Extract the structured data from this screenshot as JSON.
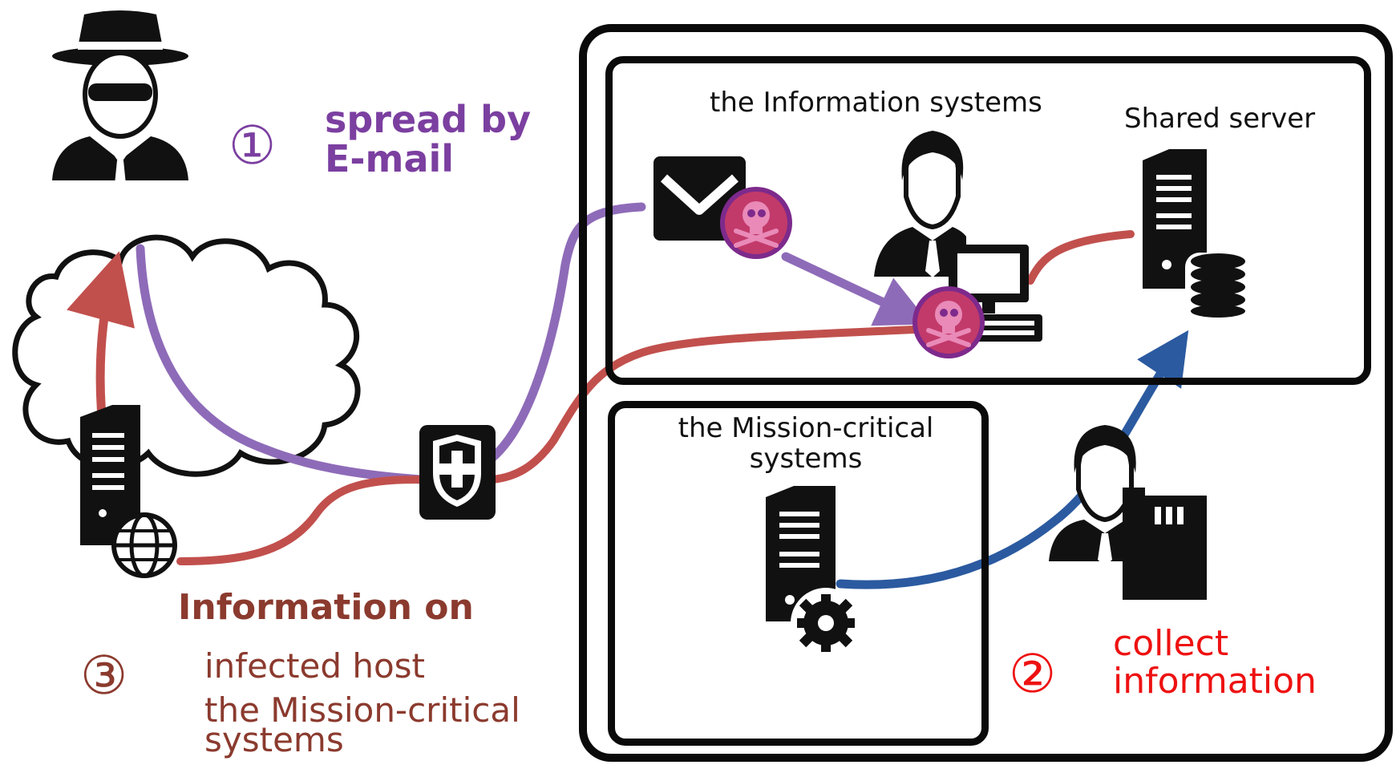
{
  "steps": {
    "step1": {
      "number": "①",
      "label": "spread by E-mail"
    },
    "step2": {
      "number": "②",
      "label": "collect information"
    },
    "step3": {
      "number": "③",
      "title": "Information on",
      "items": [
        "infected host",
        "the Mission-critical systems"
      ]
    }
  },
  "zones": {
    "information_systems": "the Information systems",
    "shared_server": "Shared server",
    "mission_critical": "the Mission-critical systems"
  },
  "colors": {
    "spread_path": "#8e6bb8",
    "exfil_path": "#c1504d",
    "collect_path": "#2b5aa0",
    "malware_badge": "#c23a6a",
    "step1_text": "#7b3fa0",
    "step2_text": "#ee1111",
    "step3_text": "#8b3a2e"
  },
  "icons": [
    "attacker-icon",
    "cloud-icon",
    "c2-server-icon",
    "globe-icon",
    "firewall-shield-icon",
    "email-icon",
    "malware-skull-icon",
    "employee-icon",
    "desktop-pc-icon",
    "keyboard-icon",
    "file-server-icon",
    "database-icon",
    "mission-critical-server-icon",
    "gear-icon",
    "operator-icon",
    "storage-card-icon"
  ]
}
